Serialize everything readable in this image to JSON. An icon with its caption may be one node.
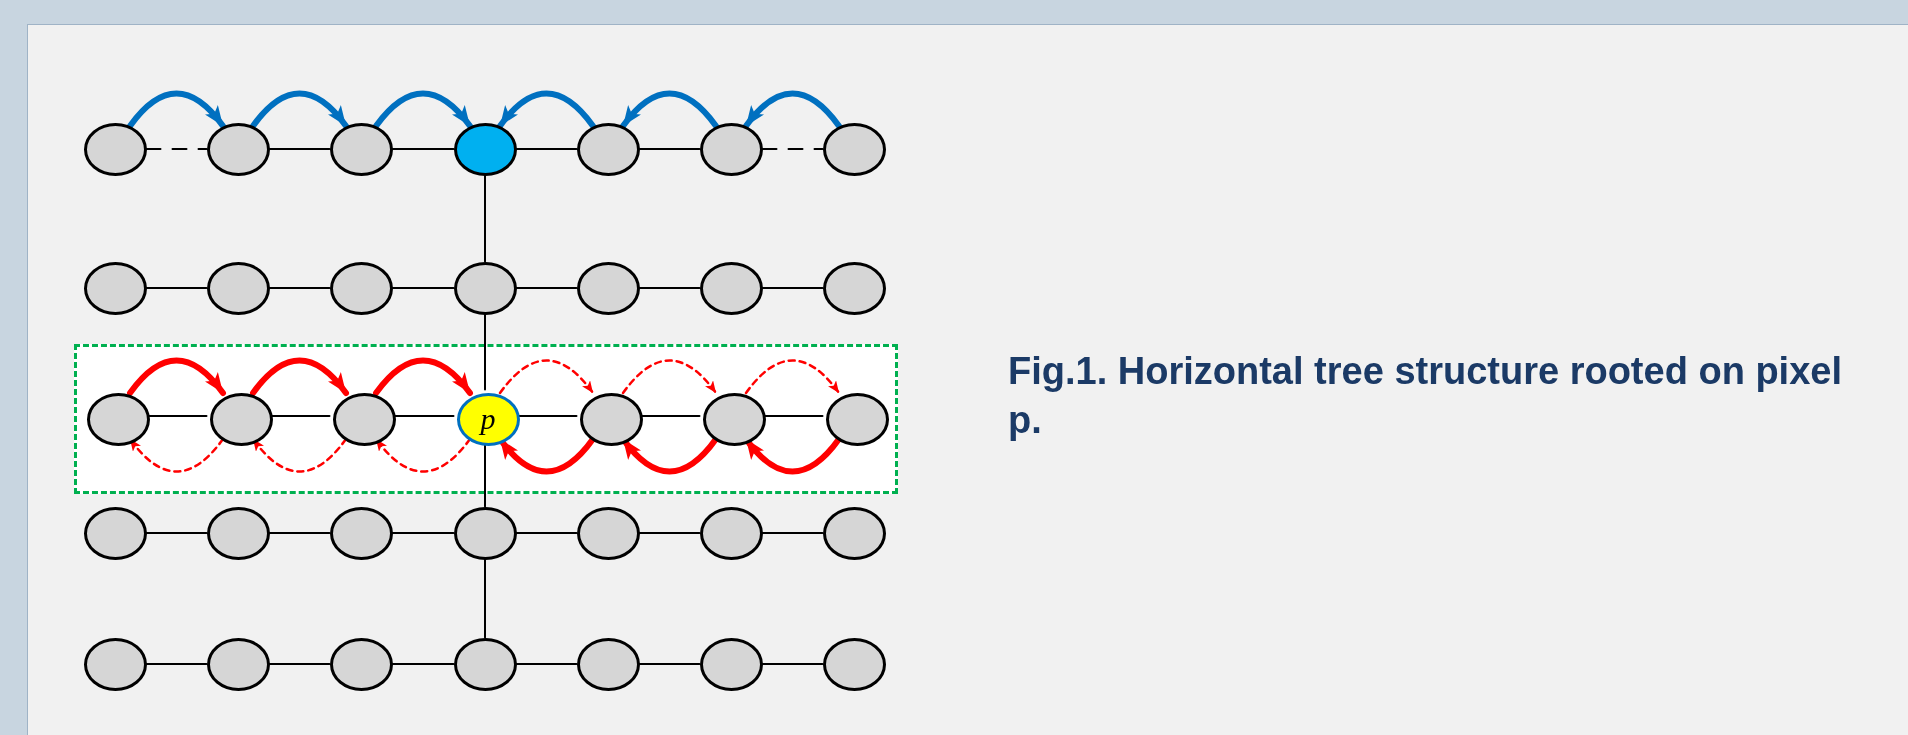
{
  "diagram": {
    "caption": "Fig.1. Horizontal tree structure rooted on pixel p.",
    "nodes": [
      {
        "text": [],
        "shape": "circle"
      },
      {
        "text": [],
        "shape": "circle"
      },
      {
        "text": [],
        "shape": "circle"
      },
      {
        "text": [],
        "shape": "circle"
      },
      {
        "text": [],
        "shape": "circle"
      },
      {
        "text": [],
        "shape": "circle"
      },
      {
        "text": [],
        "shape": "circle"
      },
      {
        "text": [],
        "shape": "circle"
      },
      {
        "text": [],
        "shape": "circle"
      },
      {
        "text": [],
        "shape": "circle"
      },
      {
        "text": [],
        "shape": "circle"
      },
      {
        "text": [],
        "shape": "circle"
      },
      {
        "text": [],
        "shape": "circle"
      },
      {
        "text": [],
        "shape": "circle"
      },
      {
        "text": [],
        "shape": "box"
      },
      {
        "text": [],
        "shape": "circle",
        "in": 14
      },
      {
        "text": [],
        "shape": "circle",
        "in": 14
      },
      {
        "text": [],
        "shape": "circle",
        "in": 14
      },
      {
        "text": [
          "p"
        ],
        "in": 14
      },
      {
        "text": [],
        "shape": "circle",
        "in": 14
      },
      {
        "text": [],
        "shape": "circle",
        "in": 14
      },
      {
        "text": [],
        "shape": "circle",
        "in": 14
      },
      {
        "text": [],
        "shape": "circle"
      },
      {
        "text": [],
        "shape": "circle"
      },
      {
        "text": [],
        "shape": "circle"
      },
      {
        "text": [],
        "shape": "circle"
      },
      {
        "text": [],
        "shape": "circle"
      },
      {
        "text": [],
        "shape": "circle"
      },
      {
        "text": [],
        "shape": "circle"
      },
      {
        "text": [],
        "shape": "circle"
      },
      {
        "text": [],
        "shape": "circle"
      },
      {
        "text": [],
        "shape": "circle"
      },
      {
        "text": [],
        "shape": "circle"
      },
      {
        "text": [],
        "shape": "circle"
      },
      {
        "text": [],
        "shape": "circle"
      },
      {
        "text": [],
        "shape": "circle"
      }
    ],
    "edges": [
      {
        "from": 0,
        "to": 1,
        "arrow": "none",
        "style": "dashed"
      },
      {
        "from": 1,
        "to": 2,
        "arrow": "none"
      },
      {
        "from": 2,
        "to": 3,
        "arrow": "none"
      },
      {
        "from": 3,
        "to": 4,
        "arrow": "none"
      },
      {
        "from": 4,
        "to": 5,
        "arrow": "none"
      },
      {
        "from": 5,
        "to": 6,
        "arrow": "none",
        "style": "dashed"
      },
      {
        "from": 7,
        "to": 8,
        "arrow": "none"
      },
      {
        "from": 8,
        "to": 9,
        "arrow": "none"
      },
      {
        "from": 9,
        "to": 10,
        "arrow": "none"
      },
      {
        "from": 10,
        "to": 11,
        "arrow": "none"
      },
      {
        "from": 11,
        "to": 12,
        "arrow": "none"
      },
      {
        "from": 12,
        "to": 13,
        "arrow": "none"
      },
      {
        "from": 15,
        "to": 16,
        "arrow": "none"
      },
      {
        "from": 16,
        "to": 17,
        "arrow": "none"
      },
      {
        "from": 17,
        "to": 18,
        "arrow": "none"
      },
      {
        "from": 18,
        "to": 19,
        "arrow": "none"
      },
      {
        "from": 19,
        "to": 20,
        "arrow": "none"
      },
      {
        "from": 20,
        "to": 21,
        "arrow": "none"
      },
      {
        "from": 22,
        "to": 23,
        "arrow": "none"
      },
      {
        "from": 23,
        "to": 24,
        "arrow": "none"
      },
      {
        "from": 24,
        "to": 25,
        "arrow": "none"
      },
      {
        "from": 25,
        "to": 26,
        "arrow": "none"
      },
      {
        "from": 26,
        "to": 27,
        "arrow": "none"
      },
      {
        "from": 27,
        "to": 28,
        "arrow": "none"
      },
      {
        "from": 29,
        "to": 30,
        "arrow": "none"
      },
      {
        "from": 30,
        "to": 31,
        "arrow": "none"
      },
      {
        "from": 31,
        "to": 32,
        "arrow": "none"
      },
      {
        "from": 32,
        "to": 33,
        "arrow": "none"
      },
      {
        "from": 33,
        "to": 34,
        "arrow": "none"
      },
      {
        "from": 34,
        "to": 35,
        "arrow": "none"
      },
      {
        "from": 3,
        "to": 10,
        "arrow": "none"
      },
      {
        "from": 10,
        "to": 18,
        "arrow": "none"
      },
      {
        "from": 18,
        "to": 25,
        "arrow": "none"
      },
      {
        "from": 25,
        "to": 32,
        "arrow": "none"
      },
      {
        "from": 0,
        "to": 1,
        "arrow": "to",
        "style": "thick",
        "color": "#0070c0"
      },
      {
        "from": 1,
        "to": 2,
        "arrow": "to",
        "style": "thick",
        "color": "#0070c0"
      },
      {
        "from": 2,
        "to": 3,
        "arrow": "to",
        "style": "thick",
        "color": "#0070c0"
      },
      {
        "from": 4,
        "to": 3,
        "arrow": "to",
        "style": "thick",
        "color": "#0070c0"
      },
      {
        "from": 5,
        "to": 4,
        "arrow": "to",
        "style": "thick",
        "color": "#0070c0"
      },
      {
        "from": 6,
        "to": 5,
        "arrow": "to",
        "style": "thick",
        "color": "#0070c0"
      },
      {
        "from": 15,
        "to": 16,
        "arrow": "to",
        "style": "thick",
        "color": "#ff0000"
      },
      {
        "from": 16,
        "to": 17,
        "arrow": "to",
        "style": "thick",
        "color": "#ff0000"
      },
      {
        "from": 17,
        "to": 18,
        "arrow": "to",
        "style": "thick",
        "color": "#ff0000"
      },
      {
        "from": 18,
        "to": 19,
        "arrow": "to",
        "style": "dashed",
        "color": "#ff0000"
      },
      {
        "from": 19,
        "to": 20,
        "arrow": "to",
        "style": "dashed",
        "color": "#ff0000"
      },
      {
        "from": 20,
        "to": 21,
        "arrow": "to",
        "style": "dashed",
        "color": "#ff0000"
      },
      {
        "from": 16,
        "to": 15,
        "arrow": "to",
        "style": "dashed",
        "color": "#ff0000"
      },
      {
        "from": 17,
        "to": 16,
        "arrow": "to",
        "style": "dashed",
        "color": "#ff0000"
      },
      {
        "from": 18,
        "to": 17,
        "arrow": "to",
        "style": "dashed",
        "color": "#ff0000"
      },
      {
        "from": 19,
        "to": 18,
        "arrow": "to",
        "style": "thick",
        "color": "#ff0000"
      },
      {
        "from": 20,
        "to": 19,
        "arrow": "to",
        "style": "thick",
        "color": "#ff0000"
      },
      {
        "from": 21,
        "to": 20,
        "arrow": "to",
        "style": "thick",
        "color": "#ff0000"
      }
    ]
  }
}
